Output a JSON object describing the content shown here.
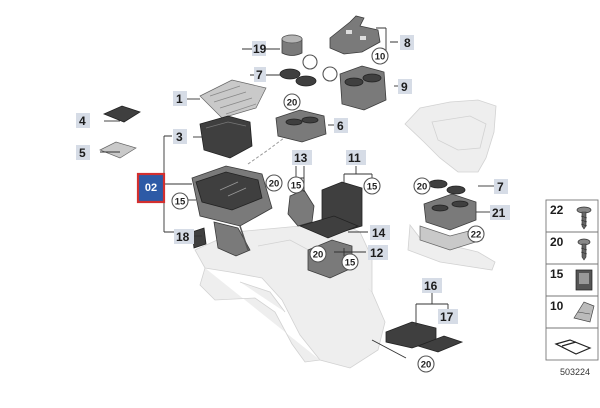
{
  "labels": {
    "l1": "1",
    "l3": "3",
    "l4": "4",
    "l5": "5",
    "l6": "6",
    "l7a": "7",
    "l7b": "7",
    "l8": "8",
    "l9": "9",
    "l11": "11",
    "l12": "12",
    "l13": "13",
    "l14": "14",
    "l16": "16",
    "l17": "17",
    "l18": "18",
    "l19": "19",
    "l21": "21"
  },
  "callouts": {
    "c10": "10",
    "c15a": "15",
    "c15b": "15",
    "c15c": "15",
    "c15d": "15",
    "c20a": "20",
    "c20b": "20",
    "c20c": "20",
    "c20d": "20",
    "c20e": "20",
    "c22": "22"
  },
  "highlight": "02",
  "legend": [
    "22",
    "20",
    "15",
    "10"
  ],
  "reference_number": "503224",
  "colors": {
    "highlight_fill": "#2d5aa6",
    "highlight_border": "#d32f2f",
    "tag_bg": "#d6dce6"
  }
}
